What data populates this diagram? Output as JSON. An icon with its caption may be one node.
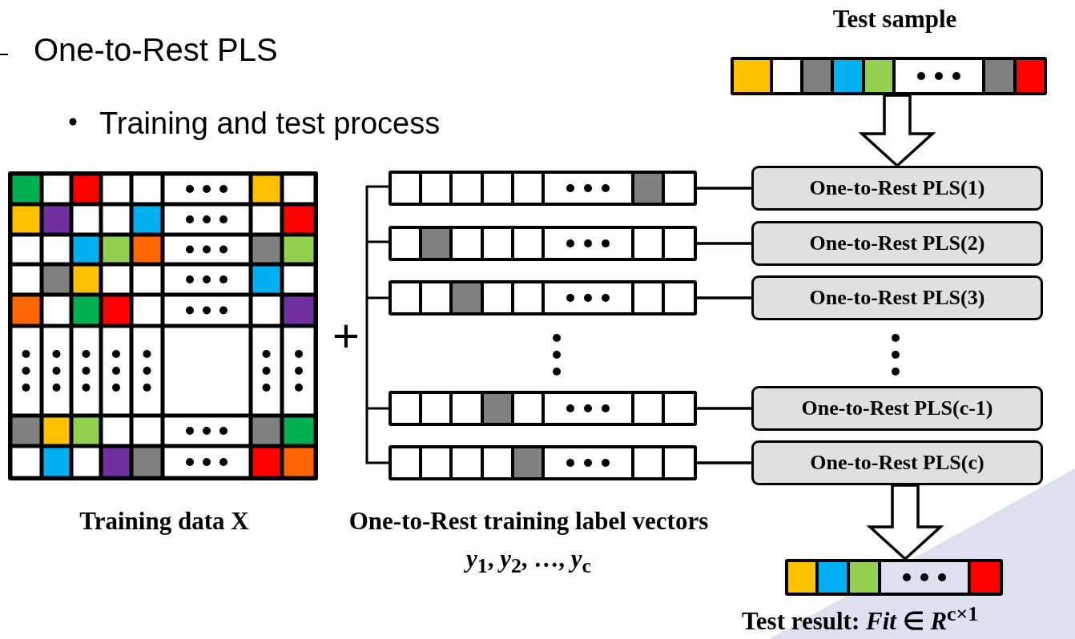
{
  "diagram": {
    "title": "One-to-Rest PLS",
    "nodes": [
      {
        "text": [
          "Test sample"
        ]
      },
      {
        "text": [],
        "shape": "bar"
      },
      {
        "text": [],
        "shape": "bar"
      },
      {
        "text": [],
        "shape": "bar"
      },
      {
        "text": [],
        "shape": "bar"
      },
      {
        "text": [],
        "shape": "bar"
      },
      {
        "text": [
          "One-to-Rest PLS(1)"
        ]
      },
      {
        "text": [
          "One-to-Rest PLS(2)"
        ]
      },
      {
        "text": [
          "One-to-Rest PLS(3)"
        ]
      },
      {
        "text": [
          "One-to-Rest PLS(c-1)"
        ]
      },
      {
        "text": [
          "One-to-Rest PLS(c)"
        ]
      },
      {
        "text": [
          "Test result: *Fit* ∈ *R*$^{c×1}$"
        ]
      }
    ],
    "edges": [
      {
        "from": 0,
        "to": 6,
        "arrow": "to"
      },
      {
        "from": 1,
        "to": 6,
        "arrow": "none"
      },
      {
        "from": 2,
        "to": 7,
        "arrow": "none"
      },
      {
        "from": 3,
        "to": 8,
        "arrow": "none"
      },
      {
        "from": 4,
        "to": 9,
        "arrow": "none"
      },
      {
        "from": 5,
        "to": 10,
        "arrow": "none"
      },
      {
        "from": 10,
        "to": 11,
        "arrow": "to"
      }
    ],
    "labels": [
      "Training and test process",
      "+",
      "Training data X",
      "One-to-Rest training label vectors *y*$_{1}$, *y*$_{2}$, …, *y*$_{c}$"
    ]
  }
}
